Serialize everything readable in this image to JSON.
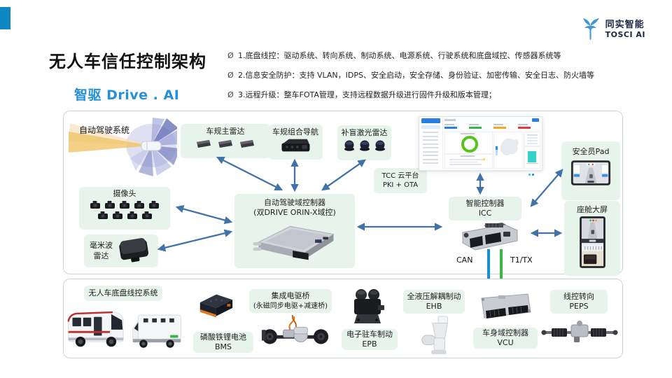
{
  "colors": {
    "accent_blue": "#0f87c1",
    "subtitle_blue": "#2490d8",
    "arrow_blue": "#4273a8",
    "mint_box": "#e6f4ec",
    "can_line_blue": "#1590cf",
    "t1tx_line_green": "#3cb549",
    "logo_navy": "#1a2742"
  },
  "header": {
    "title": "无人车信任控制架构",
    "subtitle": "智驱 Drive . AI",
    "logo_cn": "同实智能",
    "logo_en": "TOSCI AI",
    "bullet_marker": "Ø",
    "bullets": [
      "1.底盘线控：驱动系统、转向系统、制动系统、电源系统、行驶系统和底盘域控、传感器系统等",
      "2.信息安全防护：支持 VLAN，IDPS、安全启动，安全存储、身份验证、加密传输、安全日志、防火墙等",
      "3.远程升级：整车FOTA管理，支持远程数据升级进行固件升级和版本管理；"
    ]
  },
  "architecture": {
    "ads_system": "自动驾驶系统",
    "main_radar": "车规主雷达",
    "nav": "车规组合导航",
    "blind_lidar": "补盲激光雷达",
    "tcc": {
      "line1": "TCC 云平台",
      "line2": "PKI + OTA"
    },
    "cameras": "摄像头",
    "mmwave": {
      "line1": "毫米波",
      "line2": "雷达"
    },
    "adc": {
      "line1": "自动驾驶域控制器",
      "line2": "(双DRIVE ORIN-X域控)"
    },
    "icc": {
      "line1": "智能控制器",
      "line2": "ICC"
    },
    "safety_pad": "安全员Pad",
    "cabin_screen": "座舱大屏",
    "bus_can": "CAN",
    "bus_t1tx": "T1/TX"
  },
  "chassis": {
    "title": "无人车底盘线控系统",
    "battery": {
      "line1": "磷酸铁锂电池",
      "line2": "BMS"
    },
    "eaxle": {
      "line1": "集成电驱桥",
      "line2": "(永磁同步电驱+减速桥)"
    },
    "epb": {
      "line1": "电子驻车制动",
      "line2": "EPB"
    },
    "ehb": {
      "line1": "全液压解耦制动",
      "line2": "EHB"
    },
    "vcu": {
      "line1": "车身域控制器",
      "line2": "VCU"
    },
    "peps": {
      "line1": "线控转向",
      "line2": "PEPS"
    }
  }
}
